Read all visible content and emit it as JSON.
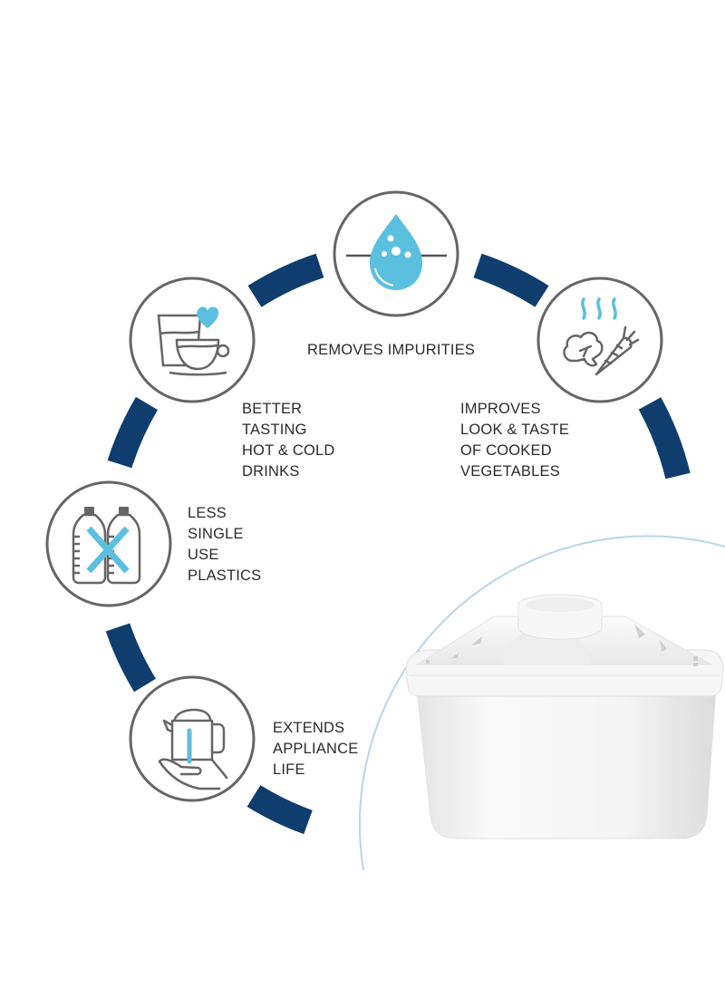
{
  "colors": {
    "arc_navy": "#0f3d6e",
    "icon_outline": "#666666",
    "icon_accent": "#5bbfe0",
    "accent_arc": "#b9d6e6",
    "text": "#2b2b2b",
    "background": "#ffffff"
  },
  "benefits": [
    {
      "id": "removes-impurities",
      "icon": "water-drop-icon",
      "lines": [
        "REMOVES IMPURITIES"
      ]
    },
    {
      "id": "better-tasting",
      "icon": "cup-and-glass-heart-icon",
      "lines": [
        "BETTER",
        "TASTING",
        "HOT & COLD",
        "DRINKS"
      ]
    },
    {
      "id": "improves-vegetables",
      "icon": "steaming-vegetables-icon",
      "lines": [
        "IMPROVES",
        "LOOK & TASTE",
        "OF COOKED",
        "VEGETABLES"
      ]
    },
    {
      "id": "less-plastics",
      "icon": "crossed-bottles-icon",
      "lines": [
        "LESS",
        "SINGLE",
        "USE",
        "PLASTICS"
      ]
    },
    {
      "id": "extends-appliance-life",
      "icon": "kettle-in-hand-icon",
      "lines": [
        "EXTENDS",
        "APPLIANCE",
        "LIFE"
      ]
    }
  ],
  "product": {
    "name": "water-filter-cartridge"
  }
}
